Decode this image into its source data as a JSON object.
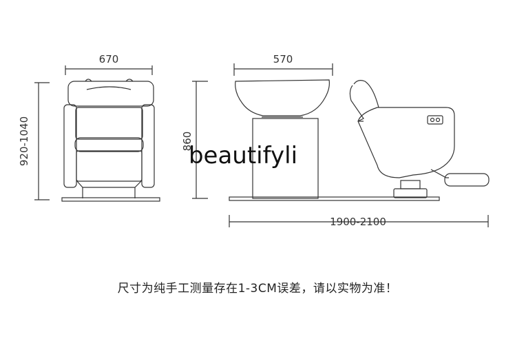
{
  "dimensions": {
    "front_width": "670",
    "front_height": "920-1040",
    "basin_width": "570",
    "basin_height": "860",
    "total_length": "1900-2100"
  },
  "watermark": "beautifyli",
  "note": "尺寸为纯手工测量存在1-3CM误差，请以实物为准！",
  "colors": {
    "line": "#333333",
    "background": "#ffffff"
  }
}
